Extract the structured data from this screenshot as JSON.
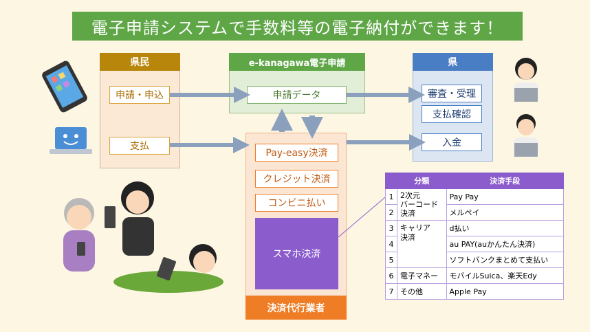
{
  "title": "電子申請システムで手数料等の電子納付ができます！",
  "citizen": {
    "header": "県民",
    "apply": "申請・申込",
    "pay": "支払"
  },
  "ekanagawa": {
    "header": "e-kanagawa電子申請",
    "data": "申請データ"
  },
  "prefecture": {
    "header": "県",
    "review": "審査・受理",
    "confirm": "支払確認",
    "deposit": "入金"
  },
  "agent": {
    "footer": "決済代行業者",
    "methods": [
      "Pay-easy決済",
      "クレジット決済",
      "コンビニ払い"
    ],
    "smartphone": "スマホ決済"
  },
  "table": {
    "headers": [
      "分類",
      "決済手段"
    ],
    "rows": [
      {
        "no": "1",
        "category": "2次元\nバーコード\n決済",
        "method": "Pay Pay"
      },
      {
        "no": "2",
        "category": "",
        "method": "メルペイ"
      },
      {
        "no": "3",
        "category": "キャリア\n決済",
        "method": "d払い"
      },
      {
        "no": "4",
        "category": "",
        "method": "au PAY(auかんたん決済)"
      },
      {
        "no": "5",
        "category": "",
        "method": "ソフトバンクまとめて支払い"
      },
      {
        "no": "6",
        "category": "電子マネー",
        "method": "モバイルSuica、楽天Edy"
      },
      {
        "no": "7",
        "category": "その他",
        "method": "Apple Pay"
      }
    ]
  },
  "colors": {
    "title_bg": "#5ea646",
    "citizen_header": "#b8860b",
    "ekanagawa_header": "#5ea646",
    "prefecture_header": "#4a7ec4",
    "agent_footer": "#ef7d26",
    "smartphone_box": "#8b5dcc",
    "arrow": "#8aa0bd"
  }
}
